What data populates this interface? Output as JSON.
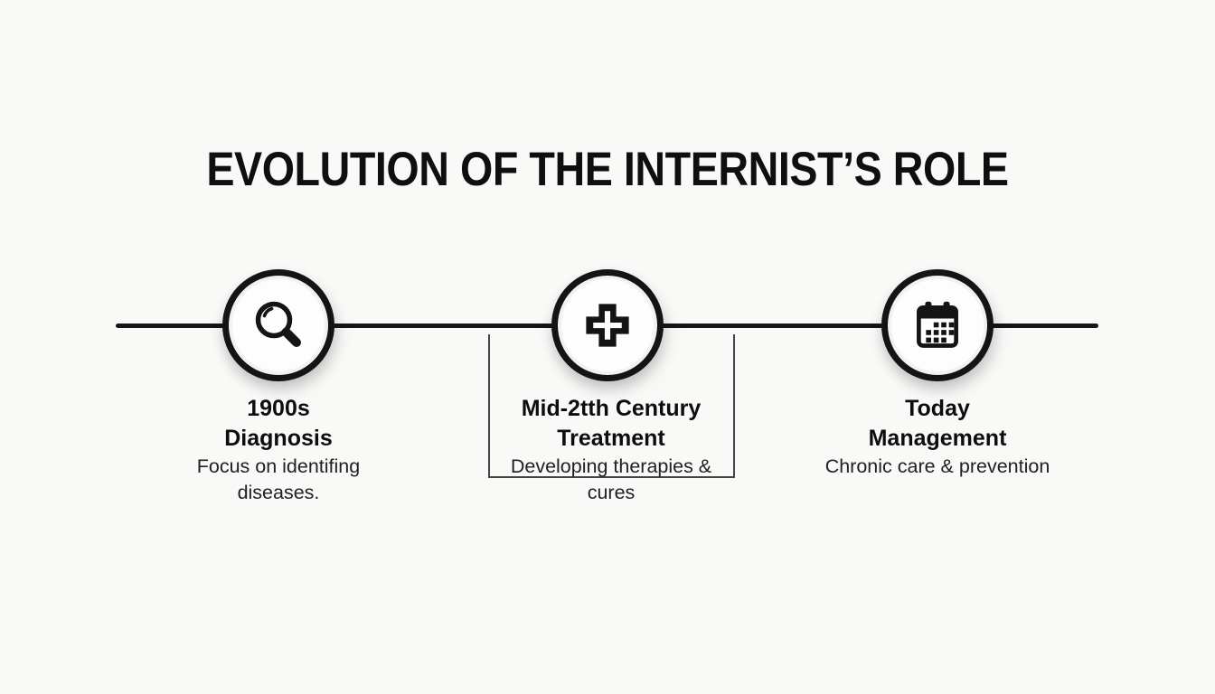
{
  "colors": {
    "background": "#f9f9f8",
    "ink": "#141414",
    "timeline_line": "#161616",
    "bracket_line": "#454545"
  },
  "title": "EVOLUTION OF THE INTERNIST’S ROLE",
  "timeline": {
    "milestones": [
      {
        "era": "1900s",
        "role": "Diagnosis",
        "description": "Focus on identifing diseases.",
        "icon": "magnifier-icon"
      },
      {
        "era": "Mid-2tth Century",
        "role": "Treatment",
        "description": "Developing therapies & cures",
        "icon": "medical-cross-icon"
      },
      {
        "era": "Today",
        "role": "Management",
        "description": "Chronic care & prevention",
        "icon": "calendar-icon"
      }
    ]
  }
}
